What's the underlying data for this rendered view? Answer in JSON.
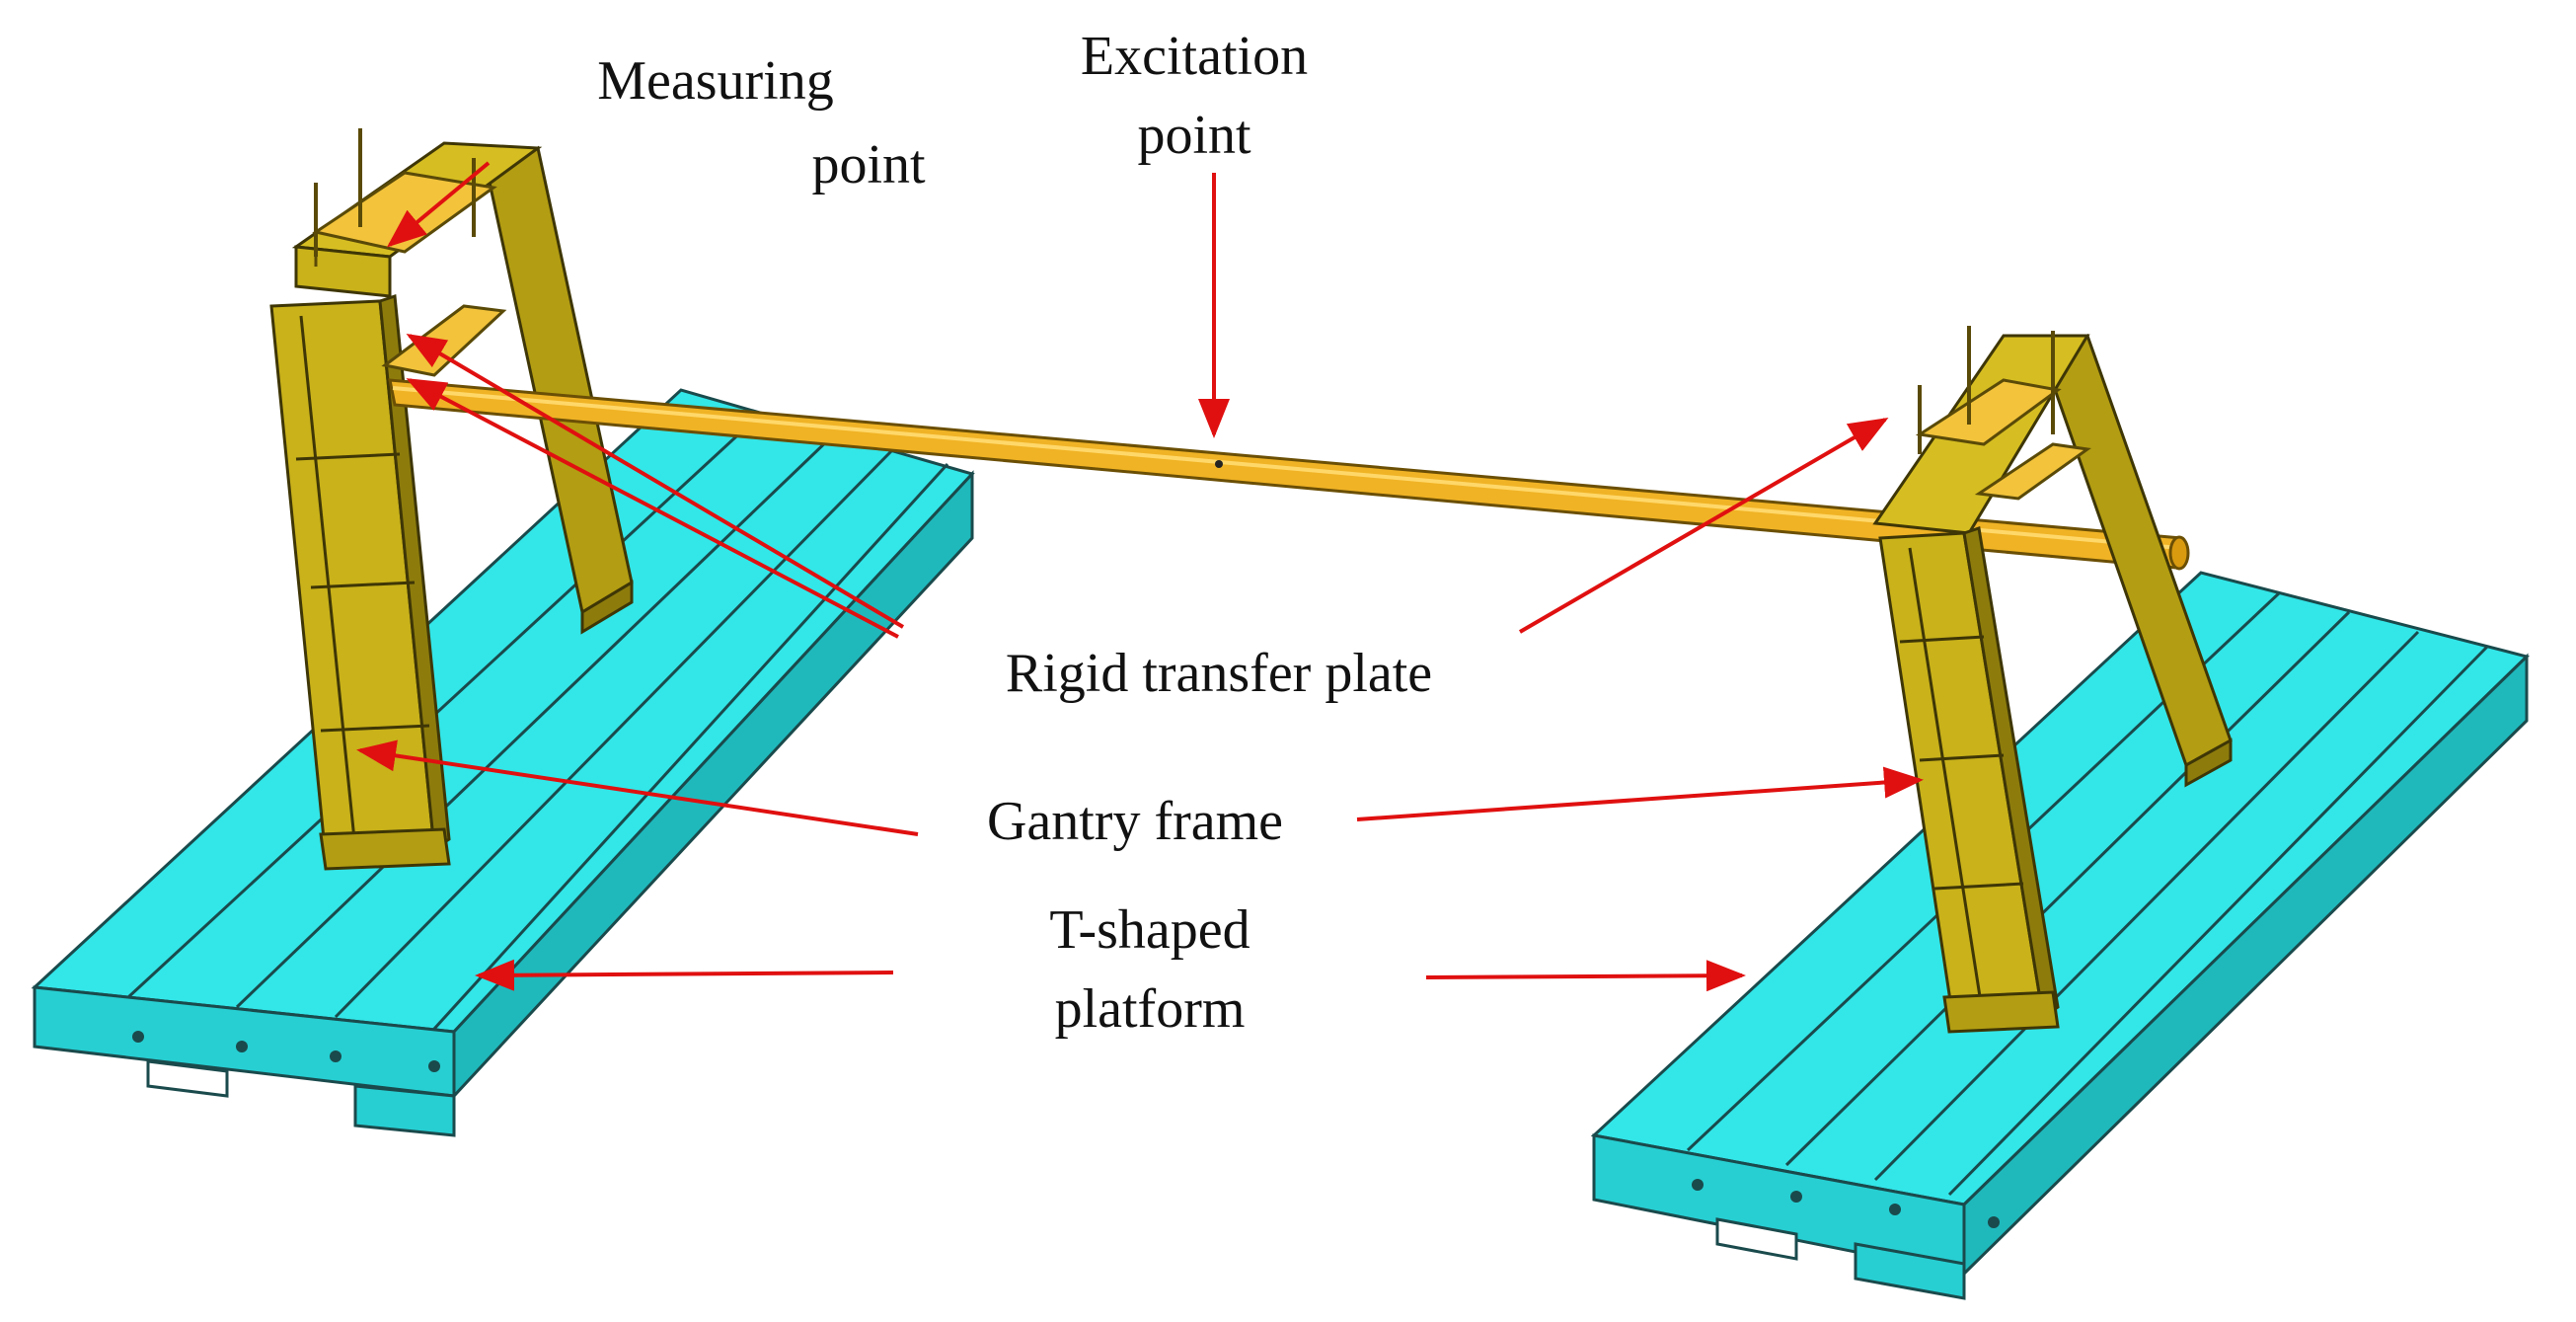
{
  "labels": {
    "measuring_line1": "Measuring",
    "measuring_line2": "point",
    "excitation_line1": "Excitation",
    "excitation_line2": "point",
    "rigid_plate": "Rigid transfer plate",
    "gantry_frame": "Gantry frame",
    "platform_line1": "T-shaped",
    "platform_line2": "platform"
  },
  "colors": {
    "platform": "#33e6e8",
    "platform_side": "#27cfd2",
    "frame": "#c9b21a",
    "frame_dark": "#8d7c0c",
    "shaft": "#f0b325",
    "plate": "#f2c33b",
    "arrow": "#e01010"
  }
}
